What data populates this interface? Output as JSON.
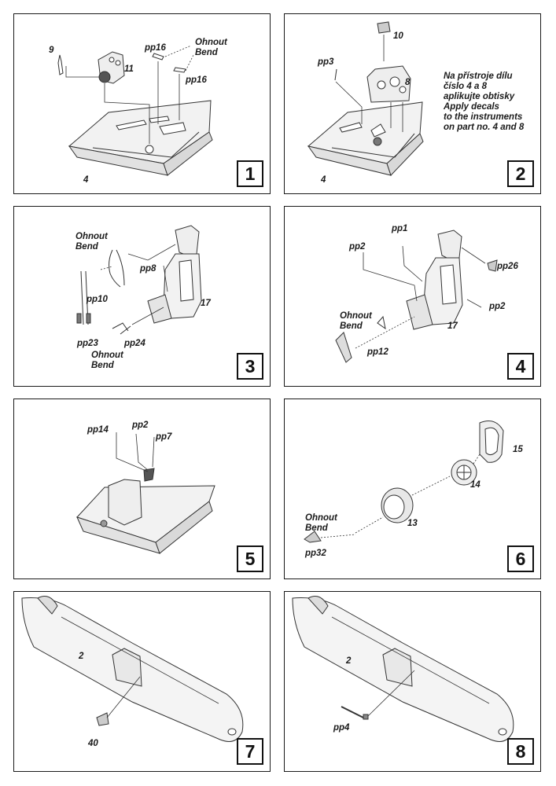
{
  "steps": [
    {
      "number": "1",
      "labels": {
        "a": "9",
        "b": "11",
        "c": "pp16",
        "d": "Ohnout",
        "e": "Bend",
        "f": "pp16",
        "g": "4"
      }
    },
    {
      "number": "2",
      "labels": {
        "a": "10",
        "b": "pp3",
        "c": "8",
        "d": "4"
      },
      "note": [
        "Na přístroje dílu",
        "číslo 4 a 8",
        "aplikujte obtisky",
        "Apply decals",
        "to the instruments",
        "on part no. 4 and 8"
      ]
    },
    {
      "number": "3",
      "labels": {
        "a": "Ohnout",
        "b": "Bend",
        "c": "pp8",
        "d": "pp10",
        "e": "17",
        "f": "pp23",
        "g": "pp24",
        "h": "Ohnout",
        "i": "Bend"
      }
    },
    {
      "number": "4",
      "labels": {
        "a": "pp1",
        "b": "pp2",
        "c": "pp26",
        "d": "Ohnout",
        "e": "Bend",
        "f": "pp2",
        "g": "17",
        "h": "pp12"
      }
    },
    {
      "number": "5",
      "labels": {
        "a": "pp14",
        "b": "pp2",
        "c": "pp7"
      }
    },
    {
      "number": "6",
      "labels": {
        "a": "15",
        "b": "14",
        "c": "Ohnout",
        "d": "Bend",
        "e": "13",
        "f": "pp32"
      }
    },
    {
      "number": "7",
      "labels": {
        "a": "2",
        "b": "40"
      }
    },
    {
      "number": "8",
      "labels": {
        "a": "2",
        "b": "pp4"
      }
    }
  ]
}
